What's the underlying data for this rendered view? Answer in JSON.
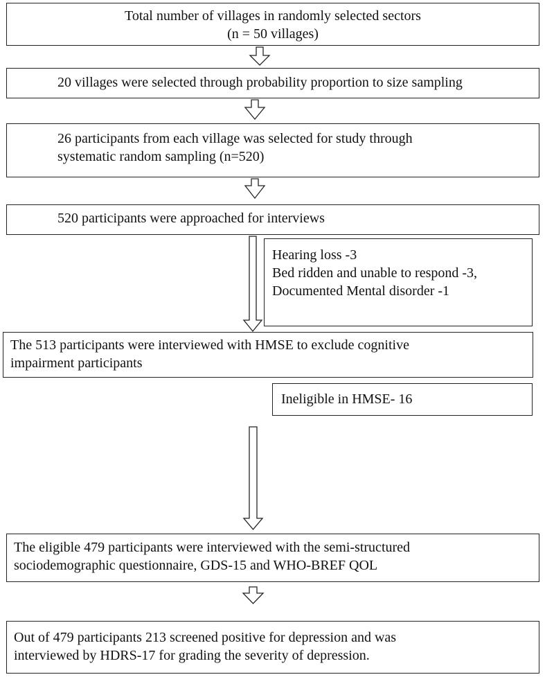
{
  "flowchart": {
    "step1": {
      "line1": "Total number of villages in randomly selected sectors",
      "line2": "(n = 50 villages)"
    },
    "step2": {
      "text": "20 villages were selected through probability proportion to size sampling"
    },
    "step3": {
      "text": "26 participants from each village was selected for study through\nsystematic random sampling (n=520)"
    },
    "step4": {
      "text": "520 participants were approached for interviews"
    },
    "exclusion1": {
      "text": "Hearing loss -3\nBed ridden and unable to respond -3,\nDocumented Mental disorder -1"
    },
    "step5": {
      "text": "The 513 participants were interviewed with HMSE to exclude cognitive\nimpairment participants"
    },
    "exclusion2": {
      "text": "Ineligible in HMSE- 16"
    },
    "step6": {
      "text": "The eligible 479 participants were interviewed with the semi-structured\nsociodemographic questionnaire, GDS-15  and WHO-BREF QOL"
    },
    "step7": {
      "text": "Out of 479 participants 213 screened positive for depression and was\ninterviewed by HDRS-17 for grading the severity of depression."
    }
  }
}
